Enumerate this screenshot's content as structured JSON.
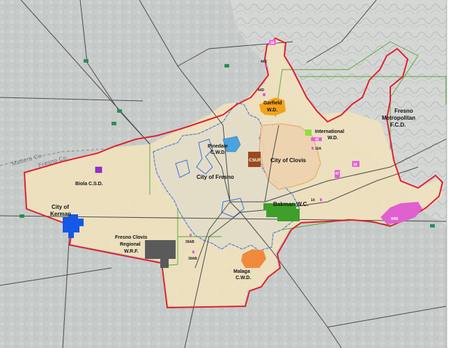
{
  "map": {
    "colors": {
      "background": "#c9cdcc",
      "service_area_fill": "#f2e3bd",
      "boundary_red": "#e0202c",
      "city_fresno_outline": "#3b6fe0",
      "city_clovis_outline": "#e38a3b",
      "green_district": "#4fa82e",
      "roads": "#4a4a4a",
      "kerman": "#1358e6",
      "regional_wrf": "#5a5a5a",
      "bakman": "#3f9f2b",
      "csuf": "#9a4a1c",
      "pinedale": "#4aa3dd",
      "garfield": "#f2a31b",
      "international": "#8fe03a",
      "malaga": "#ef8a3d",
      "special_pink": "#e060d0",
      "biola": "#9b2bd8"
    },
    "labels": {
      "pinedale": "Pinedale C.W.D.",
      "garfield": "Garfield W.D.",
      "international": "International W.D.",
      "fresno_metro": "Fresno Metropolitan F.C.D.",
      "csuf": "CSUF",
      "city_of_clovis": "City of Clovis",
      "city_of_fresno": "City of Fresno",
      "biola": "Biola C.S.D.",
      "city_of_kerman": "City of Kerman",
      "fresno_clovis_wrf": "Fresno Clovis Regional W.R.F.",
      "bakman": "Bakman W.C.",
      "malaga": "Malaga C.W.D.",
      "madera_co": "Madera Co.",
      "fresno_co": "Fresno Co.",
      "code_18": "18",
      "code_44c": "44C",
      "code_44d": "44D",
      "code_42": "42",
      "code_10a": "10A",
      "code_47": "47",
      "code_10": "10",
      "code_14": "14",
      "code_w05": "W05",
      "code_39ab_1": "39AB",
      "code_39ab_2": "39AB"
    }
  }
}
